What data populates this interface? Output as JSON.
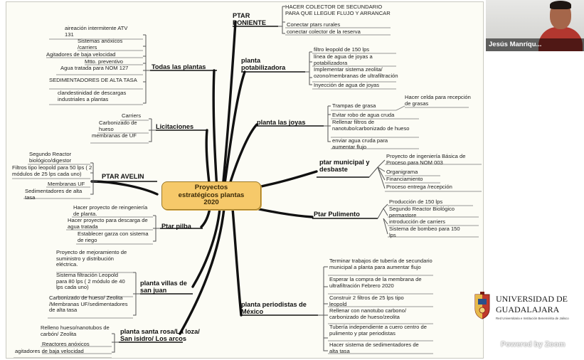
{
  "mindmap": {
    "center": {
      "line1": "Proyectos",
      "line2": "estratégicos plantas",
      "line3": "2020"
    },
    "branches": [
      {
        "label": "PTAR PONIENTE",
        "items": [
          "HACER COLECTOR DE SECUNDARIO PARA QUE LLEGUE FLUJO Y ARRANCAR",
          "Conectar ptars rurales",
          "conectar colector de la reserva"
        ]
      },
      {
        "label": "planta potabilizadora",
        "items": [
          "filtro leopold de 150 lps",
          "línea de agua de joyas a potabilizadora",
          "Implementar sistema zeolita/ ozono/membranas de ultrafiltración",
          "Inyección de agua de joyas"
        ]
      },
      {
        "label": "planta las joyas",
        "items": [
          "Trampas de grasa",
          "Hacer celda para recepción de grasas",
          "Evitar robo de agua cruda",
          "Rellenar filtros de nanotubo/carbonizado de hueso",
          "enviar agua cruda para aumentar flujo"
        ]
      },
      {
        "label": "ptar municipal y desbaste",
        "items": [
          "Proyecto de ingeniería Básica de Proceso para NOM 003",
          "Organigrama",
          "Financiamiento",
          "Proceso entrega /recepción"
        ]
      },
      {
        "label": "Ptar Pulimento",
        "items": [
          "Producción de 150 lps",
          "Segundo Reactor Biológico permastore",
          "introducción de carriers",
          "Sistema de bombeo para 150 lps"
        ]
      },
      {
        "label": "planta periodistas de México",
        "items": [
          "Terminar trabajos de tubería de secundario municipal a planta para aumentar flujo",
          "Esperar la compra de la membrana de ultrafiltración Febrero 2020",
          "Construir 2 filtros de 25 lps tipo leopold",
          "Rellenar con nanotubo carbono/ carbonizado de hueso/zeolita",
          "Tubería independiente a cuero centro de pulimento y ptar periodistas",
          "Hacer sistema de sedimentadores de alta tasa"
        ]
      },
      {
        "label": "Todas las plantas",
        "items": [
          "aireación intermitente ATV 131",
          "Sistemas anóxicos /carriers",
          "Agitadores de baja velocidad",
          "Mtto. preventivo",
          "Agua tratada para NOM 127",
          "SEDIMENTADORES DE ALTA TASA",
          "clandestinidad de descargas industriales a plantas"
        ]
      },
      {
        "label": "Licitaciones",
        "items": [
          "Carriers",
          "Carbonizado de hueso",
          "membranas de UF"
        ]
      },
      {
        "label": "PTAR AVELIN",
        "items": [
          "Segundo Reactor biológico/digestor",
          "Filtros tipo leopold para 50 lps ( 2 módulos de 25 lps cada uno)",
          "Membranas UF",
          "Sedimentadores de alta tasa"
        ]
      },
      {
        "label": "Ptar pilba",
        "items": [
          "Hacer proyecto de reingeniería de planta.",
          "Hacer proyecto para descarga de agua tratada",
          "Establecer garza con sistema de riego"
        ]
      },
      {
        "label": "planta villas de san juan",
        "items": [
          "Proyecto de mejoramiento de suministro y distribución eléctrica.",
          "Sistema filtración Leopold para 80 lps ( 2 módulo de 40 lps cada uno)",
          "Carbonizado de hueso/ Zeolita /Membranas UF/sedimentadores de alta tasa"
        ]
      },
      {
        "label": "planta santa rosa/La loza/ San isidro/ Los arcos",
        "items": [
          "Relleno hueso/nanotubos de carbón/ Zeolita",
          "Reactores anóxicos",
          "agitadores de baja velocidad"
        ]
      }
    ]
  },
  "participant": {
    "name": "Jesús Manríqu..."
  },
  "logo": {
    "line1": "UNIVERSIDAD DE",
    "line2": "GUADALAJARA",
    "line3": "Red Universitaria e Institución Benemérita de Jalisco"
  },
  "watermark": "Powered by Zoom",
  "colors": {
    "center_fill": "#f6c96a",
    "branch_line": "#111111",
    "board_bg": "#fcfcf5",
    "name_tag_bg": "#000000"
  }
}
